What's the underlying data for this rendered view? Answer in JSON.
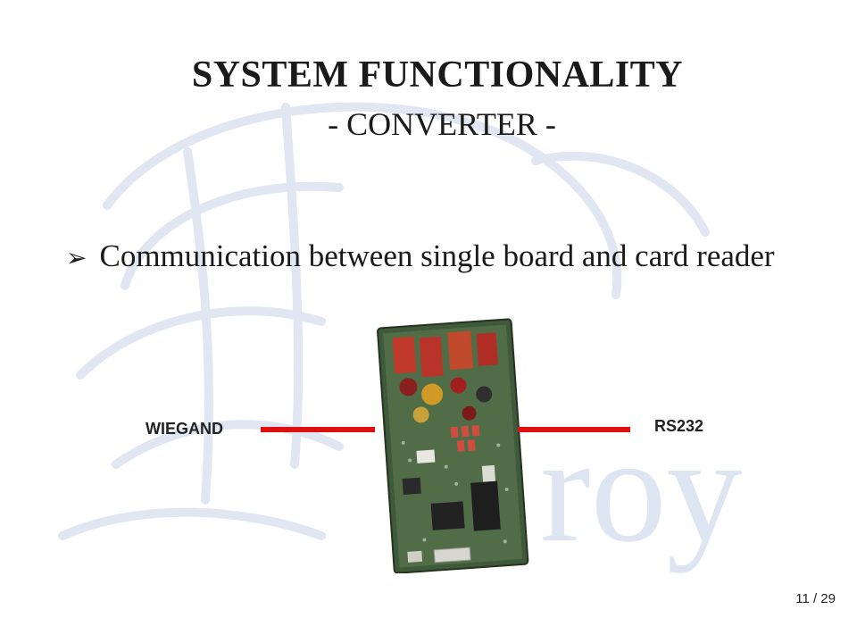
{
  "slide": {
    "title": "SYSTEM FUNCTIONALITY",
    "subtitle": "- CONVERTER -",
    "bullet": {
      "marker": "➢",
      "text": "Communication between single board and card reader"
    },
    "diagram": {
      "left_label": "WIEGAND",
      "right_label": "RS232",
      "line_color": "#e01010",
      "image": "converter-circuit-board"
    },
    "watermark_text": "roy",
    "page_number": "11 / 29"
  }
}
